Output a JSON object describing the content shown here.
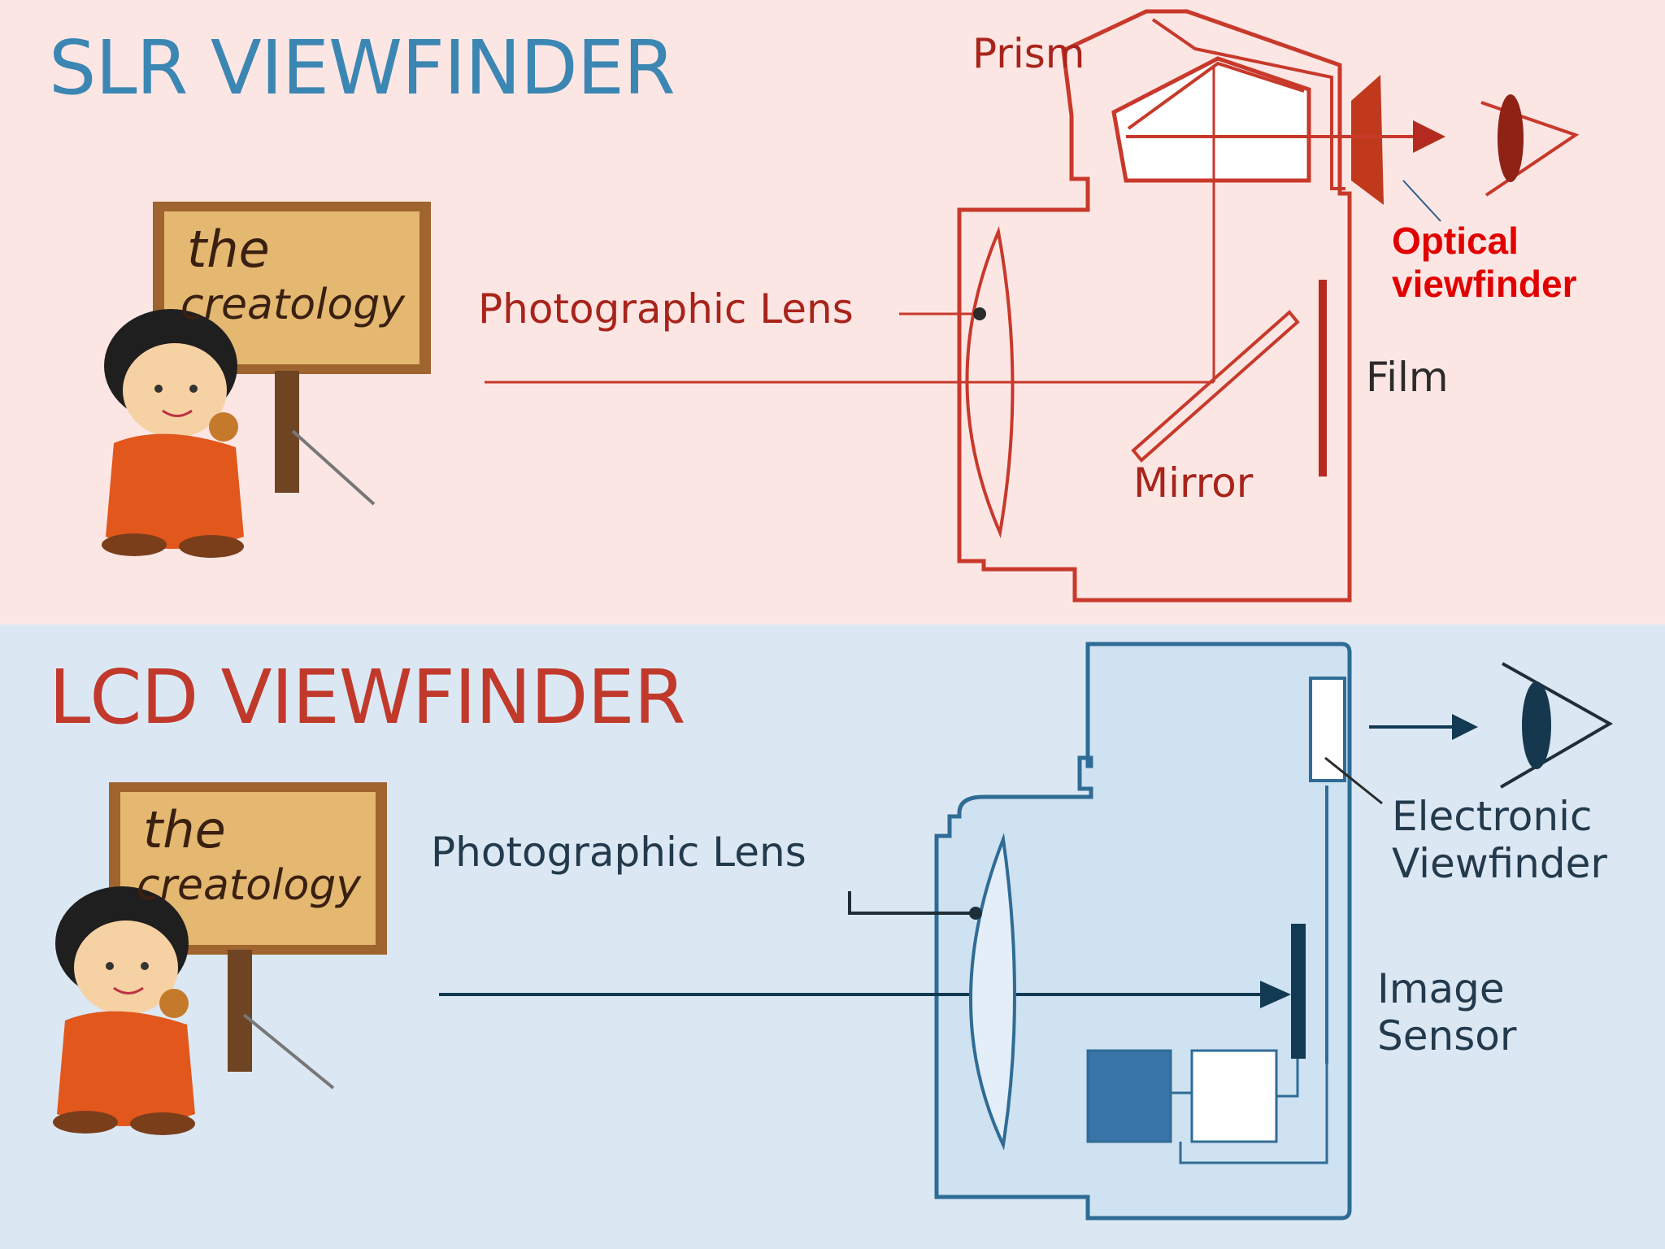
{
  "top": {
    "heading": "SLR VIEWFINDER",
    "heading_color": "#3b86b3",
    "logo_text": [
      "the",
      "creatology"
    ],
    "labels": {
      "prism": "Prism",
      "lens": "Photographic Lens",
      "mirror": "Mirror",
      "film": "Film",
      "optical": "Optical\nviewfinder"
    }
  },
  "bottom": {
    "heading": "LCD VIEWFINDER",
    "heading_color": "#c1392b",
    "logo_text": [
      "the",
      "creatology"
    ],
    "labels": {
      "lens": "Photographic Lens",
      "evf": "Electronic\nViewfinder",
      "sensor": "Image\nSensor"
    }
  },
  "colors": {
    "top_background": "#fce6e4",
    "bottom_background": "#dbe8f4",
    "slr_line": "#c8392b",
    "lcd_line": "#2f6c95",
    "optical_label": "#e00000"
  },
  "icons": [
    "eye-icon",
    "arrow-right-icon",
    "mascot-figure",
    "sign-board"
  ]
}
